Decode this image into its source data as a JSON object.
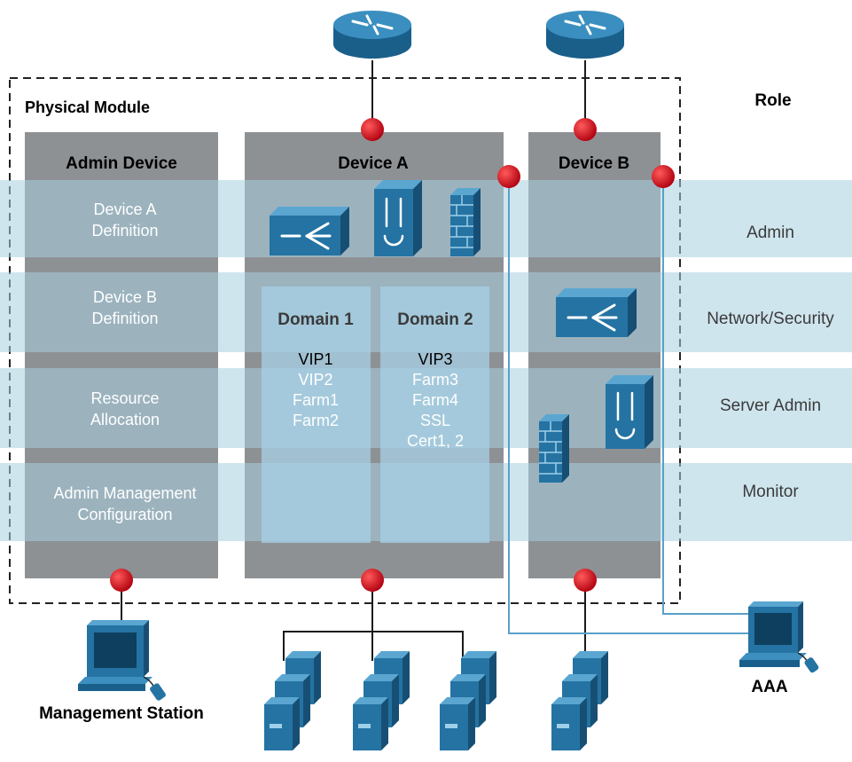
{
  "physical_module_label": "Physical Module",
  "role_label": "Role",
  "columns": {
    "admin_device": "Admin Device",
    "device_a": "Device A",
    "device_b": "Device B"
  },
  "rows": [
    {
      "left": [
        "Device A",
        "Definition"
      ],
      "role": "Admin"
    },
    {
      "left": [
        "Device B",
        "Definition"
      ],
      "role": "Network/Security"
    },
    {
      "left": [
        "Resource",
        "Allocation"
      ],
      "role": "Server Admin"
    },
    {
      "left": [
        "Admin Management",
        "Configuration"
      ],
      "role": "Monitor"
    }
  ],
  "domains": [
    {
      "title": "Domain 1",
      "items": [
        "VIP1",
        "VIP2",
        "Farm1",
        "Farm2"
      ]
    },
    {
      "title": "Domain 2",
      "items": [
        "VIP3",
        "Farm3",
        "Farm4",
        "SSL",
        "Cert1, 2"
      ]
    }
  ],
  "management_station_label": "Management Station",
  "aaa_label": "AAA",
  "colors": {
    "band": "#b5d5e3",
    "column_gray": "#8e9194",
    "cisco_blue": "#1e6a97",
    "domain_panel": "#9cc5dc",
    "connection_dot": "#d0021b",
    "link_line": "#5aa0c8"
  }
}
